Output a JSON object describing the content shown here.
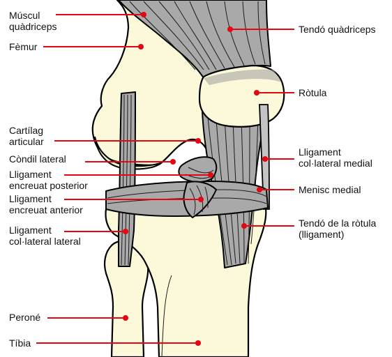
{
  "labels": {
    "muscul_quadriceps": [
      "Múscul",
      "quàdriceps"
    ],
    "femur": "Fèmur",
    "cartilag_articular": [
      "Cartílag",
      "articular"
    ],
    "condil_lateral": "Còndil lateral",
    "lligament_encreuat_posterior": [
      "Lligament",
      "encreuat posterior"
    ],
    "lligament_encreuat_anterior": [
      "Lligament",
      "encreuat anterior"
    ],
    "lligament_colateral_lateral": [
      "Lligament",
      "col·lateral lateral"
    ],
    "perone": "Peroné",
    "tibia": "Tíbia",
    "tendo_quadriceps": "Tendó quàdriceps",
    "rotula": "Ròtula",
    "lligament_colateral_medial": [
      "Lligament",
      "col·lateral medial"
    ],
    "menisc_medial": "Menisc medial",
    "tendo_rotula": [
      "Tendó de la ròtula",
      "(lligament)"
    ]
  },
  "colors": {
    "leader": "#e30613",
    "bone": "#fbf9d9",
    "ligament": "#a9a9a9",
    "outline": "#000000",
    "text": "#111111"
  }
}
